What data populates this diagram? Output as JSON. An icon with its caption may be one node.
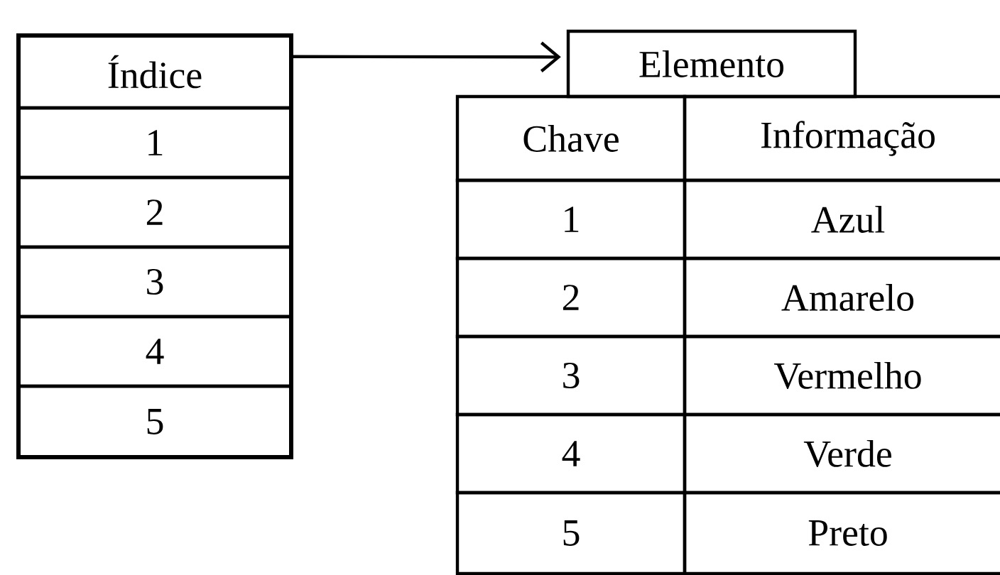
{
  "diagram": {
    "nodes": [
      {
        "text": [
          "Índice"
        ]
      },
      {
        "text": [
          "Elemento"
        ]
      }
    ],
    "edges": [
      {
        "from": 0,
        "to": 1,
        "arrow": "to"
      }
    ],
    "labels": [
      "1",
      "2",
      "3",
      "4",
      "5",
      "Chave",
      "Informação",
      "1",
      "Azul",
      "2",
      "Amarelo",
      "3",
      "Vermelho",
      "4",
      "Verde",
      "5",
      "Preto"
    ]
  }
}
